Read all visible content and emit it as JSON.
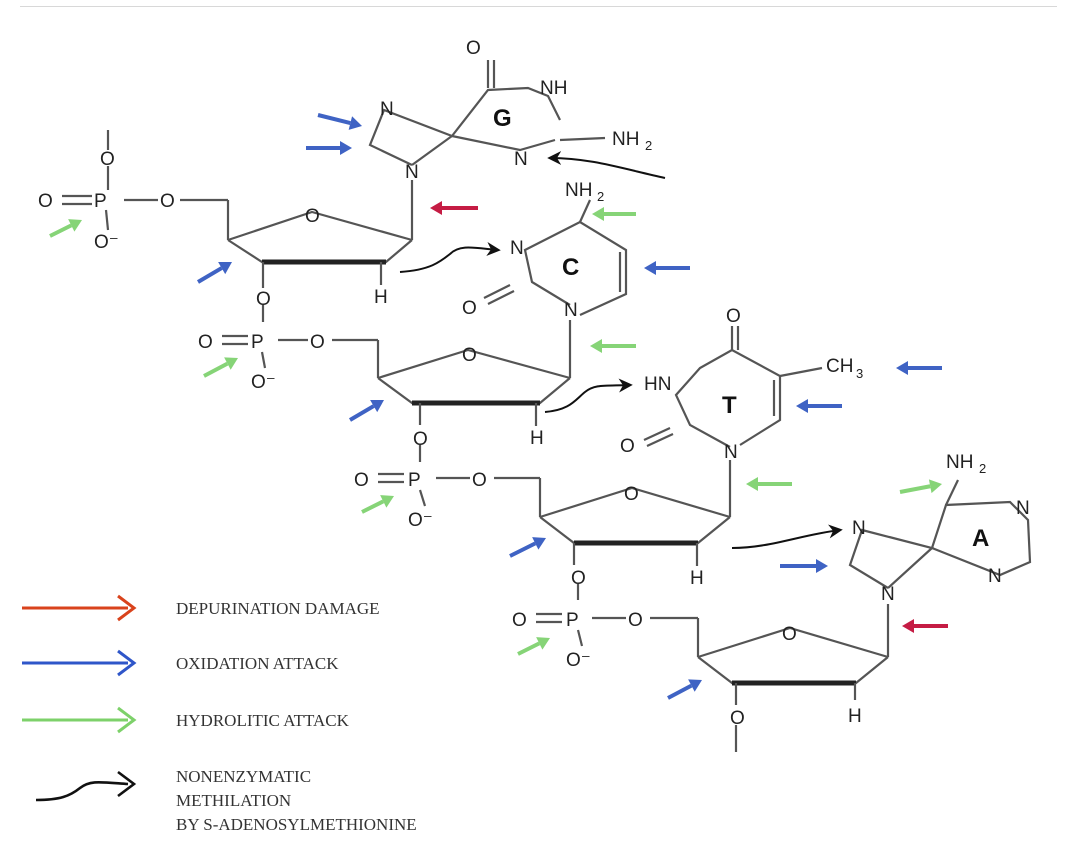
{
  "bases": [
    "G",
    "C",
    "T",
    "A"
  ],
  "atoms": {
    "o": "O",
    "n": "N",
    "p": "P",
    "h": "H",
    "nh": "NH",
    "hn": "HN",
    "nh2_main": "NH",
    "nh2_sub": "2",
    "ch3_main": "CH",
    "ch3_sub": "3",
    "o_minus": "O⁻"
  },
  "legend": [
    {
      "label": "DEPURINATION DAMAGE",
      "color": "#d9431c",
      "icon": "depurination-arrow-icon"
    },
    {
      "label": "OXIDATION ATTACK",
      "color": "#2f56c9",
      "icon": "oxidation-arrow-icon"
    },
    {
      "label": "HYDROLITIC ATTACK",
      "color": "#7dd16a",
      "icon": "hydrolitic-arrow-icon"
    },
    {
      "label_lines": [
        "NONENZYMATIC",
        "METHILATION",
        "BY S-ADENOSYLMETHIONINE"
      ],
      "color": "#111111",
      "icon": "methylation-arrow-icon"
    }
  ],
  "colors": {
    "depurination_in_diagram": "#c51c44",
    "oxidation": "#3f63c4",
    "hydrolitic": "#86d477",
    "bonds": "#555555"
  }
}
